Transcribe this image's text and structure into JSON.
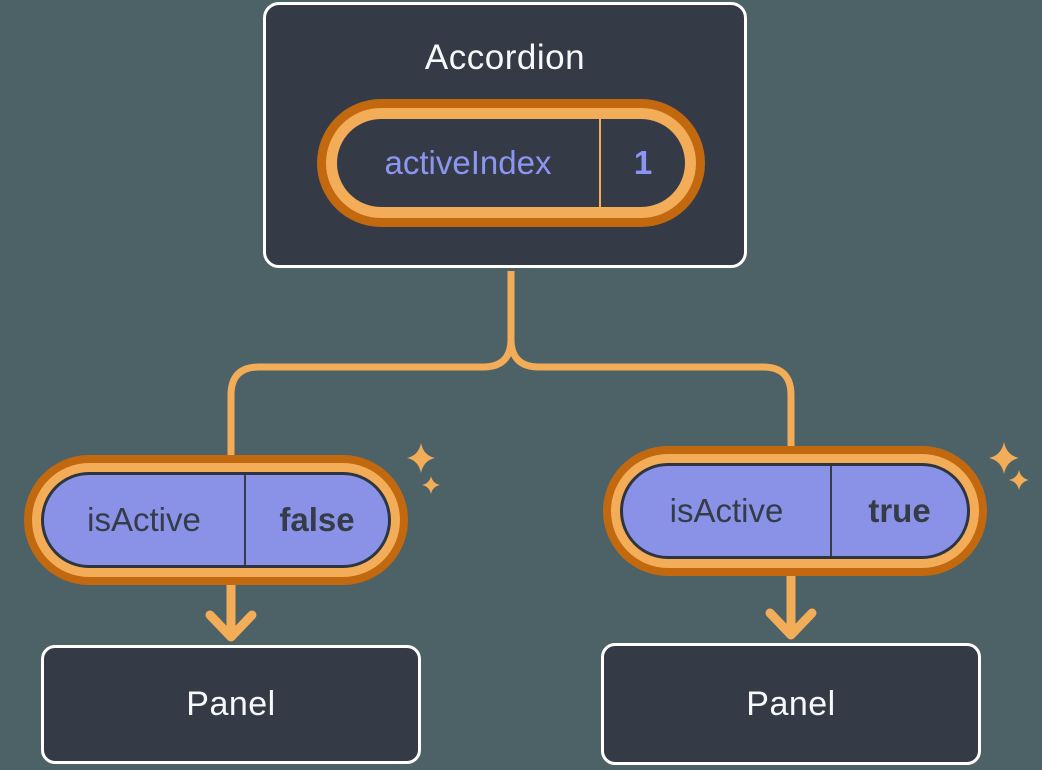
{
  "diagram": {
    "root": {
      "title": "Accordion",
      "state": {
        "label": "activeIndex",
        "value": "1"
      }
    },
    "children": [
      {
        "prop": {
          "label": "isActive",
          "value": "false"
        },
        "panel_title": "Panel"
      },
      {
        "prop": {
          "label": "isActive",
          "value": "true"
        },
        "panel_title": "Panel"
      }
    ],
    "icons": {
      "sparkle": "4-point-star"
    },
    "colors": {
      "background": "#4D6266",
      "node_fill": "#343B47",
      "node_border": "#FFFFFF",
      "highlight_gold": "#F3AC58",
      "highlight_orange": "#C2690F",
      "prop_fill": "#8A92E8",
      "state_text": "#8C96F2",
      "prop_text": "#353C48",
      "label_text": "#F7F8FA"
    }
  }
}
